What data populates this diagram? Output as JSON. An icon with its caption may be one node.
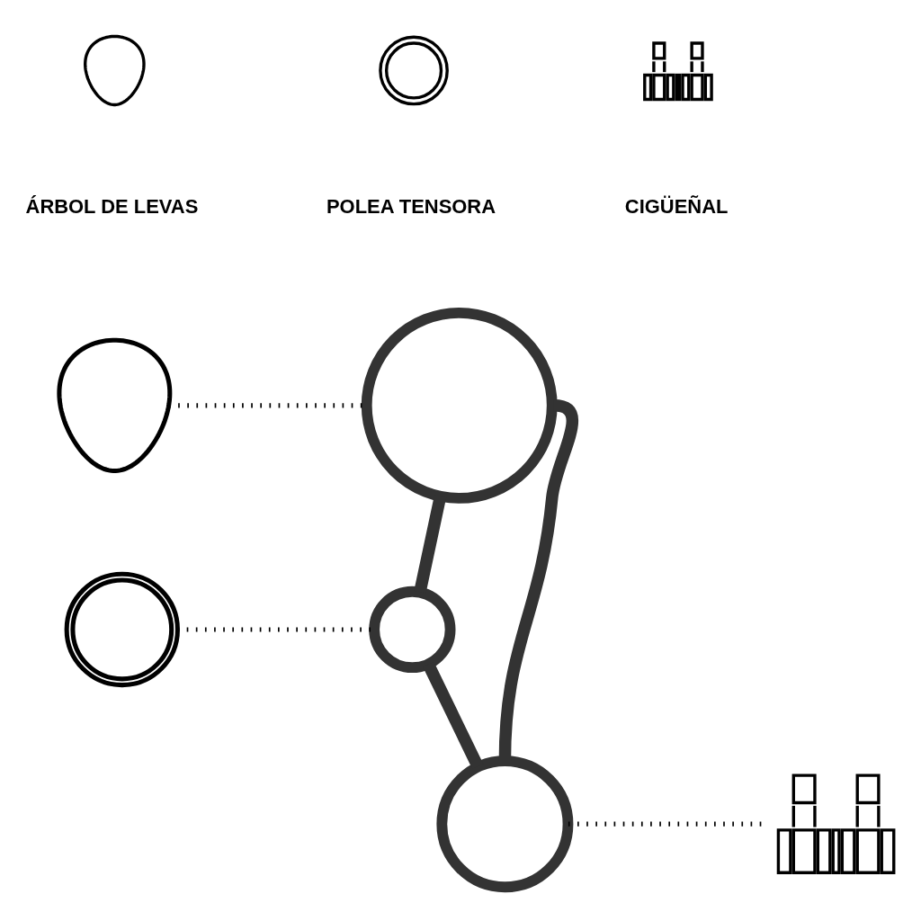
{
  "diagram": {
    "nodes": [
      {
        "text": [],
        "shape": "picture"
      },
      {
        "text": [],
        "shape": "circle"
      },
      {
        "text": [],
        "shape": "picture"
      },
      {
        "text": [],
        "shape": "circle"
      },
      {
        "text": [],
        "shape": "circle"
      },
      {
        "text": [],
        "shape": "picture"
      },
      {
        "text": [],
        "shape": "picture"
      },
      {
        "text": [],
        "shape": "picture"
      },
      {
        "text": [],
        "shape": "picture"
      }
    ],
    "edges": [
      {
        "from": 0,
        "to": 1,
        "arrow": "none",
        "style": "dashed"
      },
      {
        "from": 2,
        "to": 3,
        "arrow": "none",
        "style": "dashed"
      },
      {
        "from": 4,
        "to": 5,
        "arrow": "none",
        "style": "dashed"
      },
      {
        "from": 1,
        "to": 3,
        "arrow": "none",
        "style": "thick"
      },
      {
        "from": 3,
        "to": 4,
        "arrow": "none",
        "style": "thick"
      },
      {
        "from": 4,
        "to": 1,
        "arrow": "none",
        "style": "thick"
      }
    ],
    "labels": [
      "ÁRBOL DE LEVAS",
      "POLEA TENSORA",
      "CIGÜEÑAL"
    ]
  }
}
